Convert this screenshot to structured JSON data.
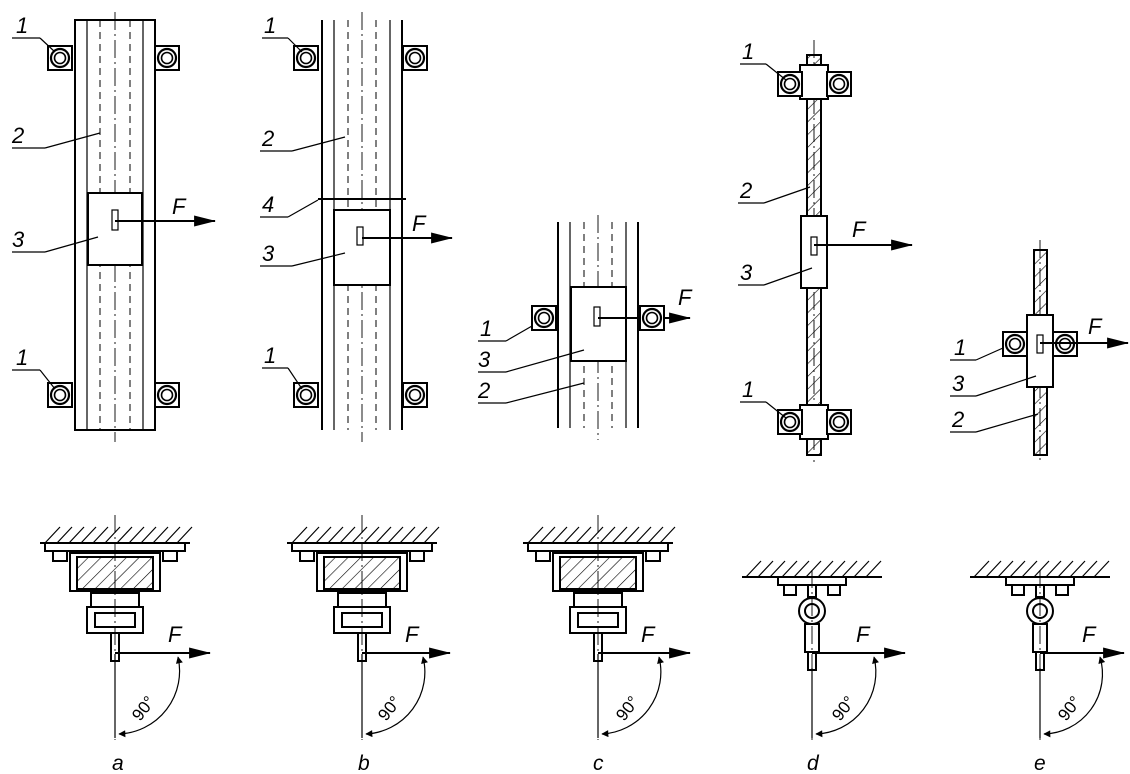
{
  "labels": {
    "clamp": "1",
    "rail": "2",
    "carriage": "3",
    "edge": "4",
    "force": "F",
    "angle": "90°"
  },
  "captions": [
    "a",
    "b",
    "c",
    "d",
    "e"
  ]
}
